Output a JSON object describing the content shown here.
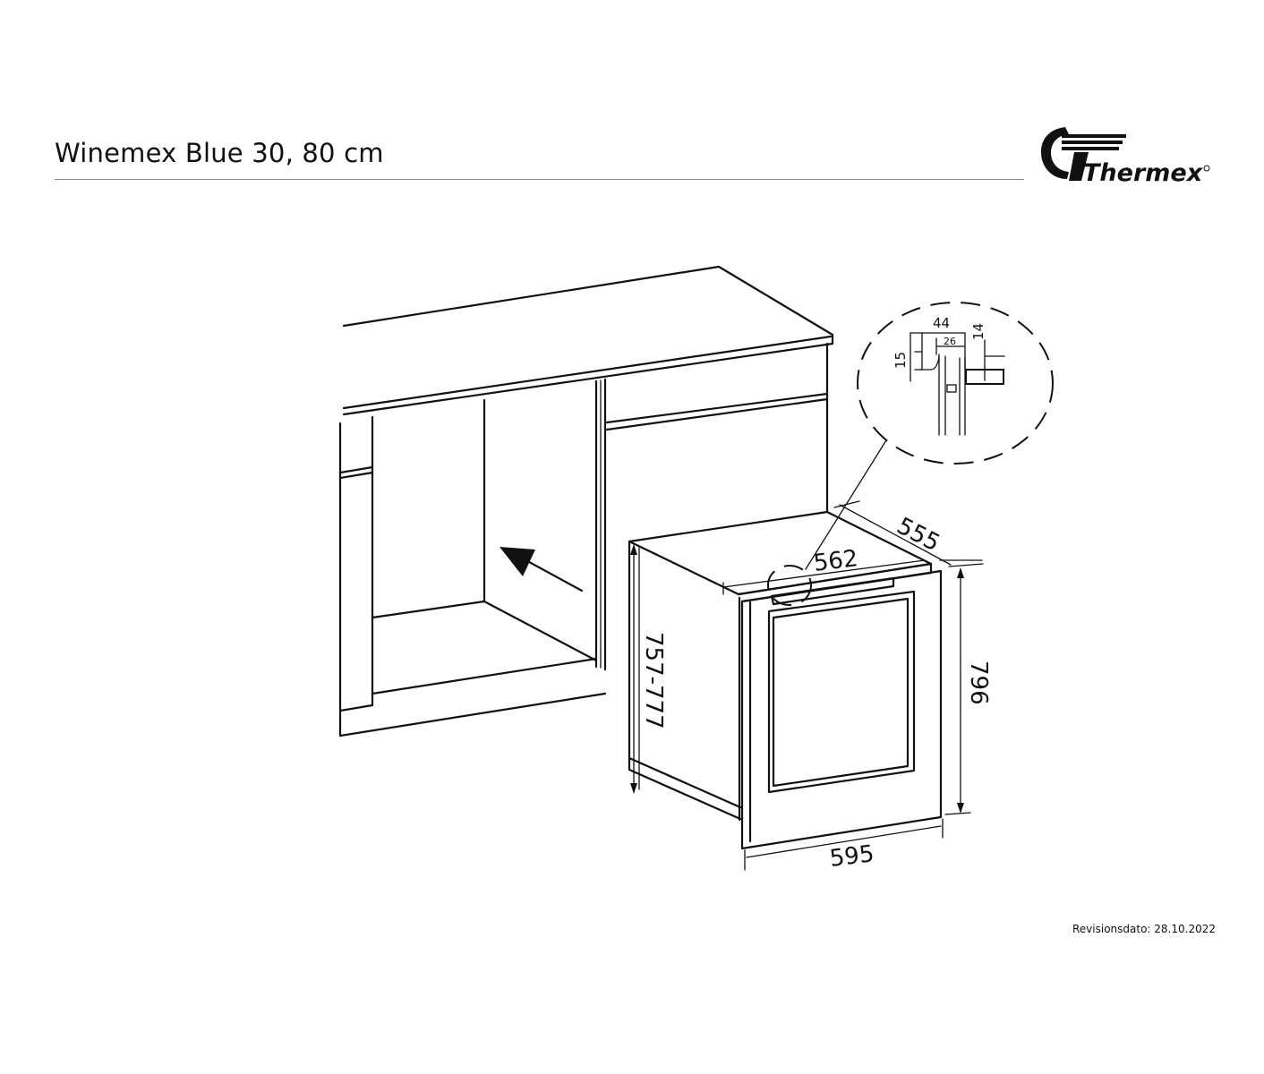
{
  "header": {
    "title": "Winemex Blue 30, 80 cm",
    "brand": "Thermex"
  },
  "footer": {
    "revision": "Revisionsdato: 28.10.2022"
  },
  "dimensions": {
    "depth": "555",
    "top_width": "562",
    "niche_height": "757-777",
    "height": "796",
    "width": "595",
    "detail_44": "44",
    "detail_26": "26",
    "detail_14": "14",
    "detail_15": "15"
  },
  "colors": {
    "line": "#111111",
    "rule": "#888888"
  }
}
